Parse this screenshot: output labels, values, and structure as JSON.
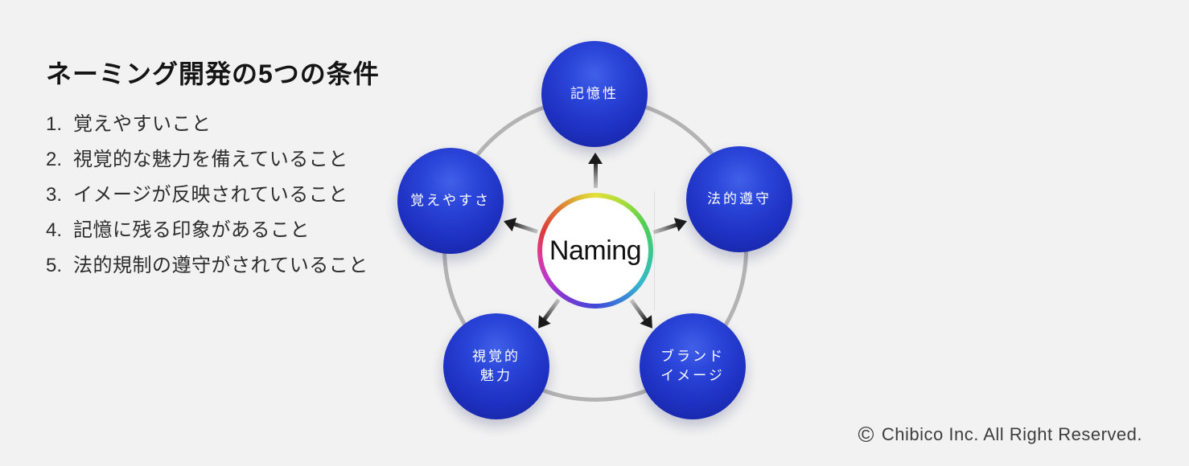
{
  "title": "ネーミング開発の5つの条件",
  "list": {
    "items": [
      {
        "num": "1.",
        "text": "覚えやすいこと"
      },
      {
        "num": "2.",
        "text": "視覚的な魅力を備えていること"
      },
      {
        "num": "3.",
        "text": "イメージが反映されていること"
      },
      {
        "num": "4.",
        "text": "記憶に残る印象があること"
      },
      {
        "num": "5.",
        "text": "法的規制の遵守がされていること"
      }
    ]
  },
  "diagram": {
    "center_label": "Naming",
    "nodes": {
      "top": {
        "label": "記憶性"
      },
      "right": {
        "label": "法的遵守"
      },
      "bottom_right": {
        "line1": "ブランド",
        "line2": "イメージ"
      },
      "bottom_left": {
        "line1": "視覚的",
        "line2": "魅力"
      },
      "left": {
        "label": "覚えやすさ"
      }
    },
    "colors": {
      "sphere_blue": "#2440d4",
      "ring_gray": "#b3b3b3",
      "background": "#f2f2f2",
      "hub_ring": "rainbow-conic"
    }
  },
  "footer": {
    "copyright_symbol": "©",
    "copyright_text": "Chibico Inc. All Right Reserved."
  }
}
